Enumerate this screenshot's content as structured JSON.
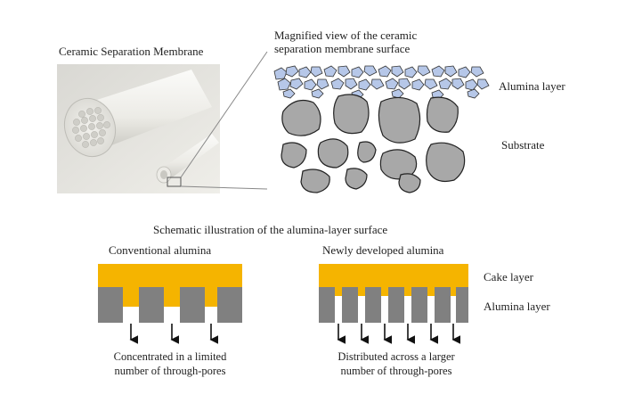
{
  "top": {
    "photo_title": "Ceramic Separation Membrane",
    "magnified_title_line1": "Magnified view of the ceramic",
    "magnified_title_line2": "separation membrane surface",
    "alumina_layer_label": "Alumina layer",
    "substrate_label": "Substrate"
  },
  "bottom": {
    "title": "Schematic illustration of the alumina-layer surface",
    "conventional": {
      "title": "Conventional alumina",
      "caption_line1": "Concentrated in a limited",
      "caption_line2": "number of through-pores"
    },
    "new": {
      "title": "Newly developed alumina",
      "caption_line1": "Distributed across a larger",
      "caption_line2": "number of through-pores"
    },
    "cake_layer_label": "Cake layer",
    "alumina_layer_label": "Alumina layer"
  },
  "colors": {
    "cake": "#f5b400",
    "alumina_block": "#808080",
    "grain": "#a8a8a8",
    "particle": "#b6c7e8"
  }
}
